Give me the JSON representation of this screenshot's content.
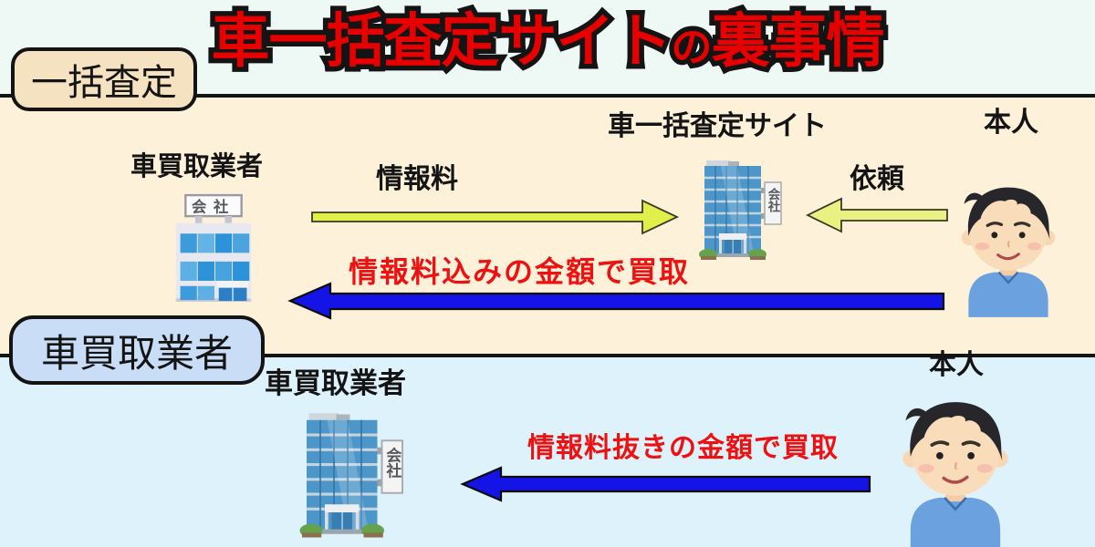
{
  "title": {
    "main": "車一括査定サイト",
    "particle": "の",
    "suffix": "裏事情"
  },
  "top_section": {
    "tag": "一括査定",
    "buyer_label": "車買取業者",
    "site_label": "車一括査定サイト",
    "person_label": "本人",
    "fee_arrow_label": "情報料",
    "request_arrow_label": "依頼",
    "purchase_arrow_label": "情報料込みの金額で買取"
  },
  "bottom_section": {
    "tag": "車買取業者",
    "buyer_label": "車買取業者",
    "person_label": "本人",
    "purchase_arrow_label": "情報料抜きの金額で買取"
  },
  "building_sign": "会社",
  "colors": {
    "title_red": "#e60000",
    "highlight_red": "#ee1111",
    "outline_black": "#141414",
    "arrow_yellow": "#e0ef4a",
    "arrow_yellow_light": "#e9f183",
    "arrow_blue": "#1414e6",
    "top_strip_bg": "#eef8f4",
    "cream_bg": "#fdf1da",
    "blue_bg": "#def2fb",
    "tag_top_bg": "#f5e2c0",
    "tag_bottom_bg": "#c9def6"
  }
}
